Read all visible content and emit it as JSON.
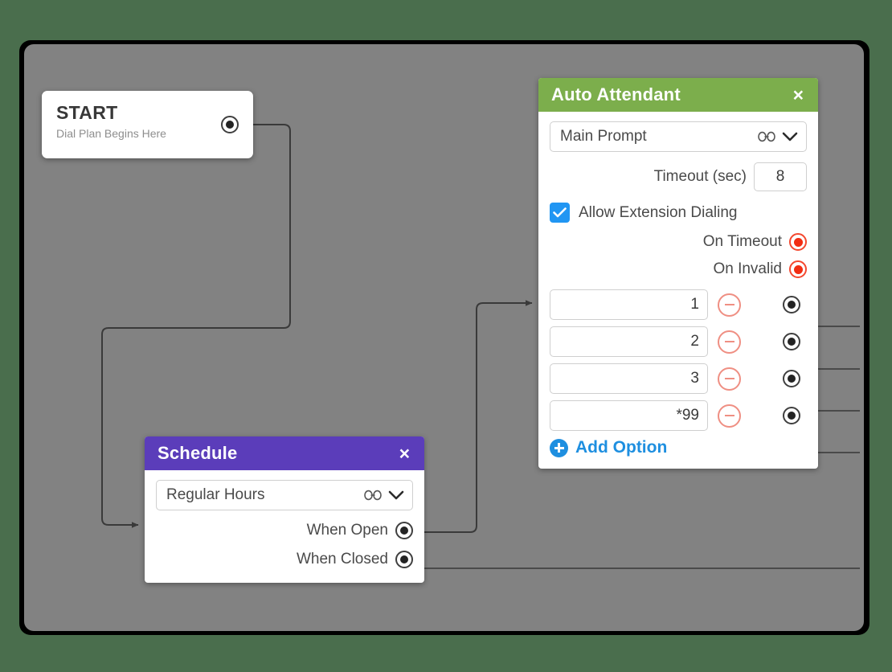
{
  "canvas": {
    "background_color": "#828282",
    "page_background_color": "#4a6e4d"
  },
  "start_node": {
    "title": "START",
    "subtitle": "Dial Plan Begins Here",
    "output_port_name": "start-output-port"
  },
  "auto_attendant": {
    "header": {
      "title": "Auto Attendant",
      "color": "#7cae4c",
      "close_label": "×"
    },
    "prompt_select": {
      "value": "Main Prompt",
      "link_icon": "link-icon",
      "chevron_icon": "chevron-down-icon"
    },
    "timeout": {
      "label": "Timeout (sec)",
      "value": "8"
    },
    "allow_extension_dialing": {
      "label": "Allow Extension Dialing",
      "checked": true,
      "checkbox_color": "#2196f3"
    },
    "routes": [
      {
        "label": "On Timeout",
        "port": "red"
      },
      {
        "label": "On Invalid",
        "port": "red"
      }
    ],
    "options": [
      {
        "value": "1",
        "remove_label": "remove-option",
        "port": "dark"
      },
      {
        "value": "2",
        "remove_label": "remove-option",
        "port": "dark"
      },
      {
        "value": "3",
        "remove_label": "remove-option",
        "port": "dark"
      },
      {
        "value": "*99",
        "remove_label": "remove-option",
        "port": "dark"
      }
    ],
    "add_option": {
      "label": "Add Option",
      "icon": "plus-circle-icon",
      "color": "#1e8fe0"
    }
  },
  "schedule": {
    "header": {
      "title": "Schedule",
      "color": "#5b3dba",
      "close_label": "×"
    },
    "hours_select": {
      "value": "Regular Hours",
      "link_icon": "link-icon",
      "chevron_icon": "chevron-down-icon"
    },
    "outputs": [
      {
        "label": "When Open",
        "port": "dark"
      },
      {
        "label": "When Closed",
        "port": "dark"
      }
    ]
  },
  "connections": [
    {
      "from": "start-output-port",
      "to": "schedule-input"
    },
    {
      "from": "schedule-when-open",
      "to": "auto-attendant-input"
    },
    {
      "from": "schedule-when-closed",
      "to": "canvas-edge"
    },
    {
      "from": "option-1-port",
      "to": "canvas-edge"
    },
    {
      "from": "option-2-port",
      "to": "canvas-edge"
    },
    {
      "from": "option-3-port",
      "to": "canvas-edge"
    },
    {
      "from": "option-4-port",
      "to": "canvas-edge"
    }
  ]
}
